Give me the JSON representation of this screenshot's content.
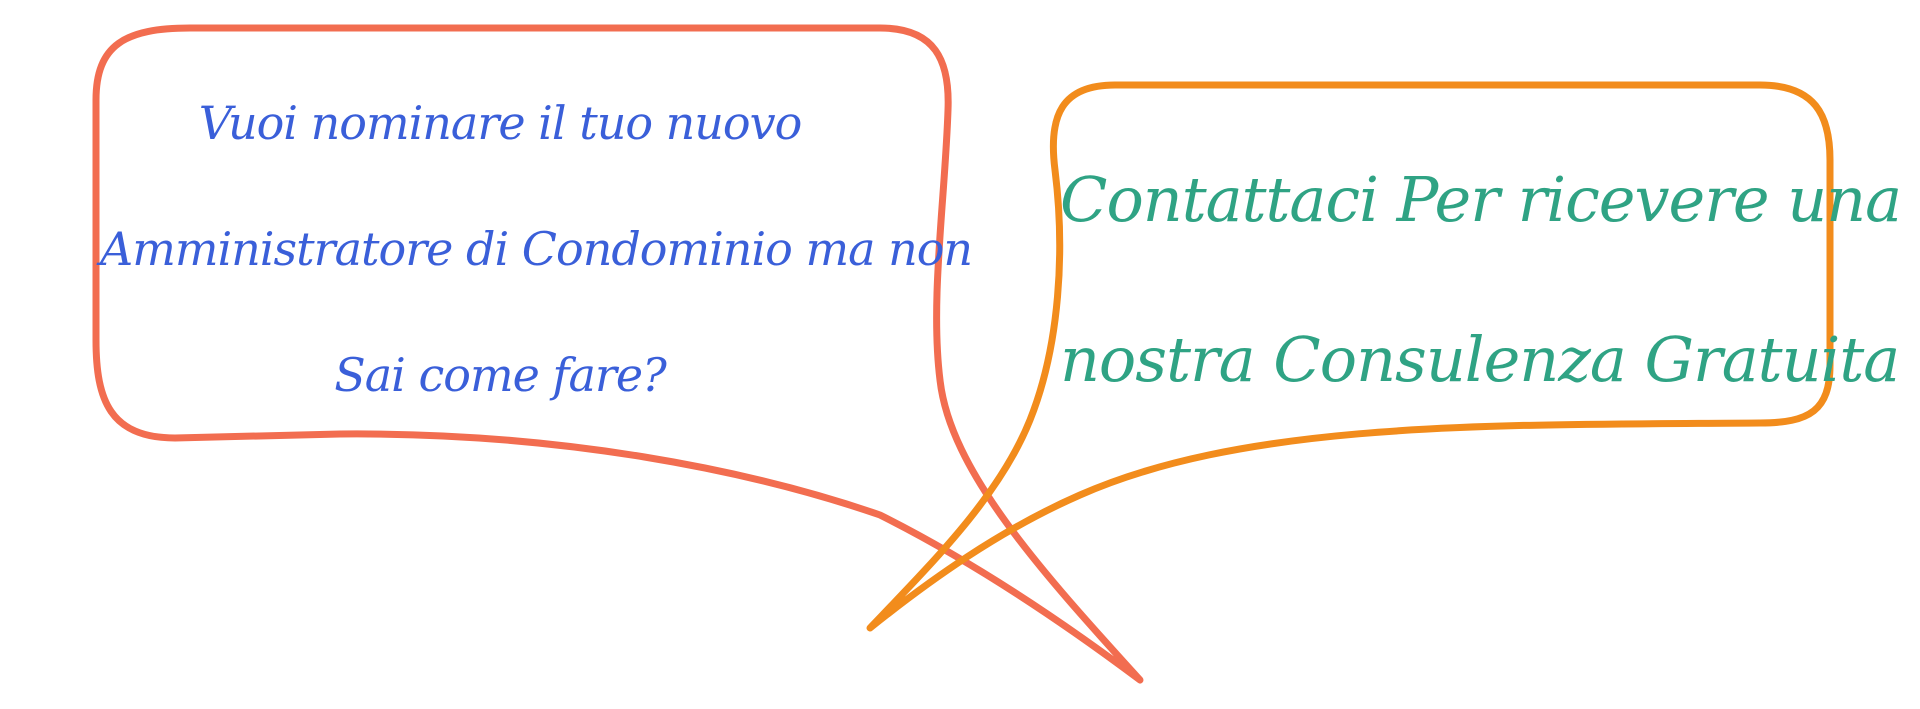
{
  "colors": {
    "left_bubble_stroke": "#f26d50",
    "right_bubble_stroke": "#f28c1c",
    "left_text": "#3a5fd9",
    "right_text": "#2fa384",
    "background": "#ffffff"
  },
  "left_bubble": {
    "lines": [
      "Vuoi nominare il tuo nuovo",
      "Amministratore di Condominio ma non",
      "Sai come fare?"
    ]
  },
  "right_bubble": {
    "lines": [
      "Contattaci Per ricevere una",
      "nostra Consulenza Gratuita"
    ]
  }
}
